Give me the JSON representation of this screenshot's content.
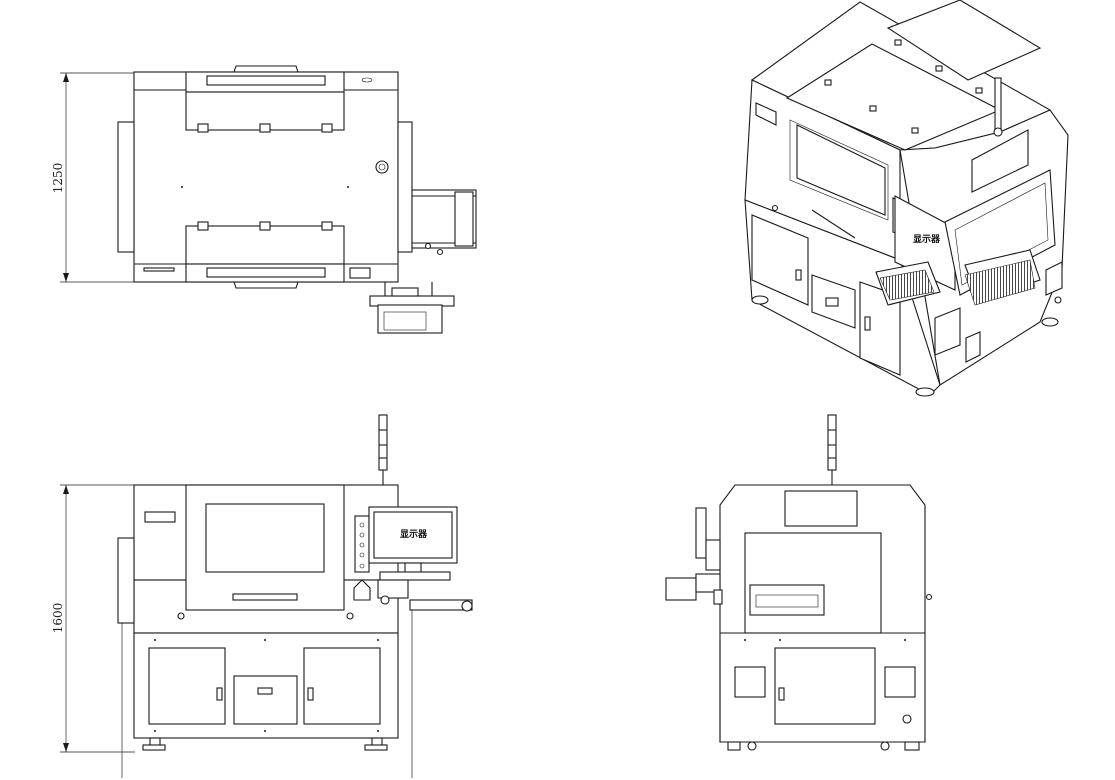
{
  "dimensions": {
    "depth_label": "1250",
    "height_label": "1600"
  },
  "monitor": {
    "label": "显示器"
  },
  "colors": {
    "line": "#1a1a1a",
    "background": "#ffffff"
  }
}
